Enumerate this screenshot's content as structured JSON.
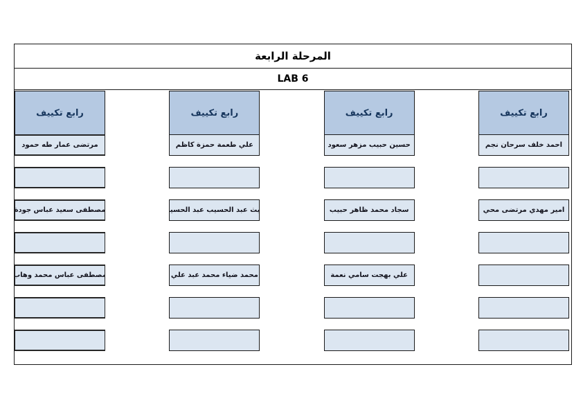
{
  "document": {
    "title": "المرحلة الرابعة",
    "lab_label": "LAB 6"
  },
  "colors": {
    "header_fill": "#b5c9e2",
    "cell_fill": "#dce6f1",
    "header_text": "#17365d",
    "cell_text": "#14141e",
    "border": "#1a1a1a"
  },
  "columns": [
    {
      "header": "رابع تكييف",
      "rows": [
        "مرتضى عمار طه حمود",
        "",
        "مصطفى سعيد عباس جودة",
        "",
        "مصطفى عباس محمد وهاب",
        "",
        ""
      ]
    },
    {
      "header": "رابع تكييف",
      "rows": [
        "علي طعمة حمزة كاظم",
        "",
        "غيث عبد الحسيب عبد الحسين",
        "",
        "محمد ضياء محمد عبد علي",
        "",
        ""
      ]
    },
    {
      "header": "رابع تكييف",
      "rows": [
        "حسين حبيب مزهر سعود",
        "",
        "سجاد محمد ظاهر حبيب",
        "",
        "علي بهجت سامي نعمة",
        "",
        ""
      ]
    },
    {
      "header": "رابع تكييف",
      "rows": [
        "احمد خلف سرحان نجم",
        "",
        "امير مهدي مرتضى محي",
        "",
        "",
        "",
        ""
      ]
    }
  ]
}
